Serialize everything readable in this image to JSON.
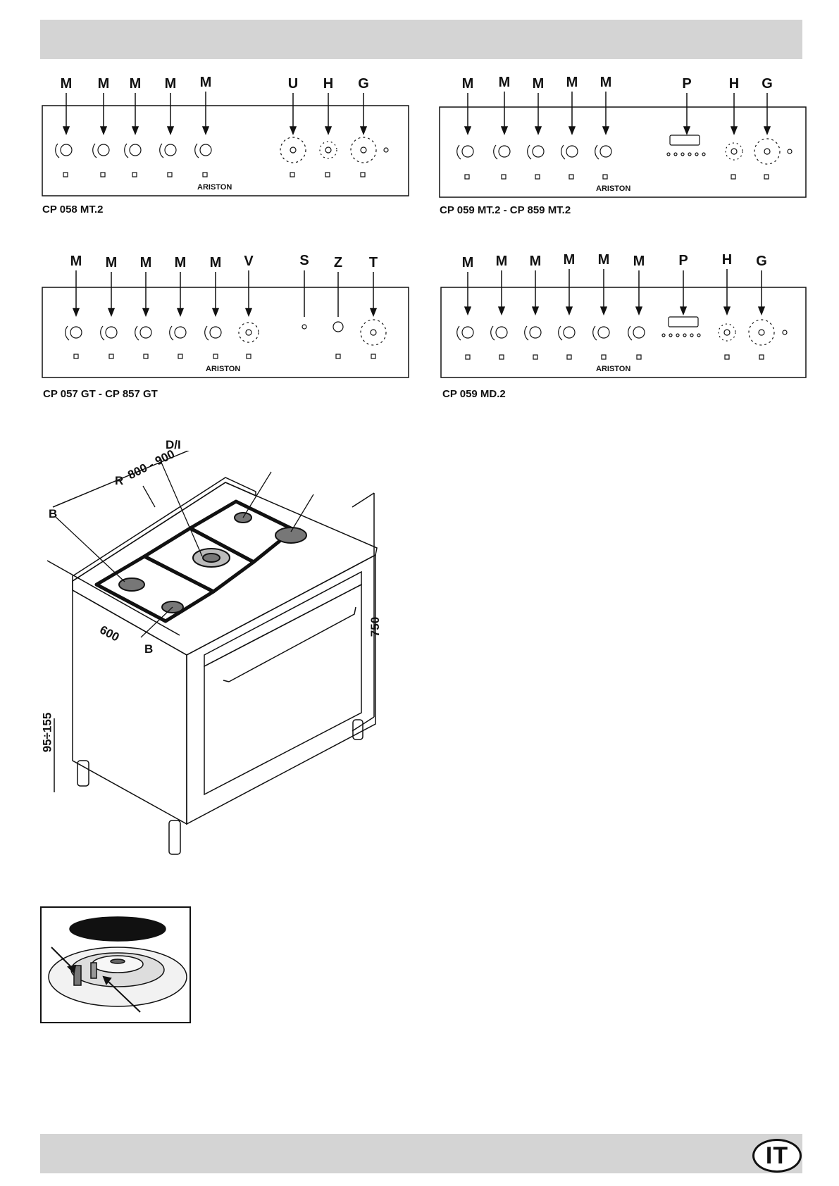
{
  "header": {
    "band": ""
  },
  "panels": [
    {
      "id": "p1",
      "caption": "CP 058 MT.2",
      "labels": [
        "M",
        "M",
        "M",
        "M",
        "M",
        "U",
        "H",
        "G"
      ],
      "brand": "ARISTON"
    },
    {
      "id": "p2",
      "caption": "CP 059 MT.2 - CP 859 MT.2",
      "labels": [
        "M",
        "M",
        "M",
        "M",
        "M",
        "P",
        "H",
        "G"
      ],
      "brand": "ARISTON"
    },
    {
      "id": "p3",
      "caption": "CP 057 GT - CP 857 GT",
      "labels": [
        "M",
        "M",
        "M",
        "M",
        "M",
        "V",
        "S",
        "Z",
        "T"
      ],
      "brand": "ARISTON"
    },
    {
      "id": "p4",
      "caption": "CP 059 MD.2",
      "labels": [
        "M",
        "M",
        "M",
        "M",
        "M",
        "M",
        "P",
        "H",
        "G"
      ],
      "brand": "ARISTON"
    }
  ],
  "stove": {
    "label_di": "D/I",
    "label_r": "R",
    "dim_width": "800 - 900",
    "label_b1": "B",
    "label_b2": "B",
    "dim_depth": "600",
    "dim_height": "750",
    "dim_feet": "95÷155"
  },
  "footer": {
    "language": "IT"
  }
}
